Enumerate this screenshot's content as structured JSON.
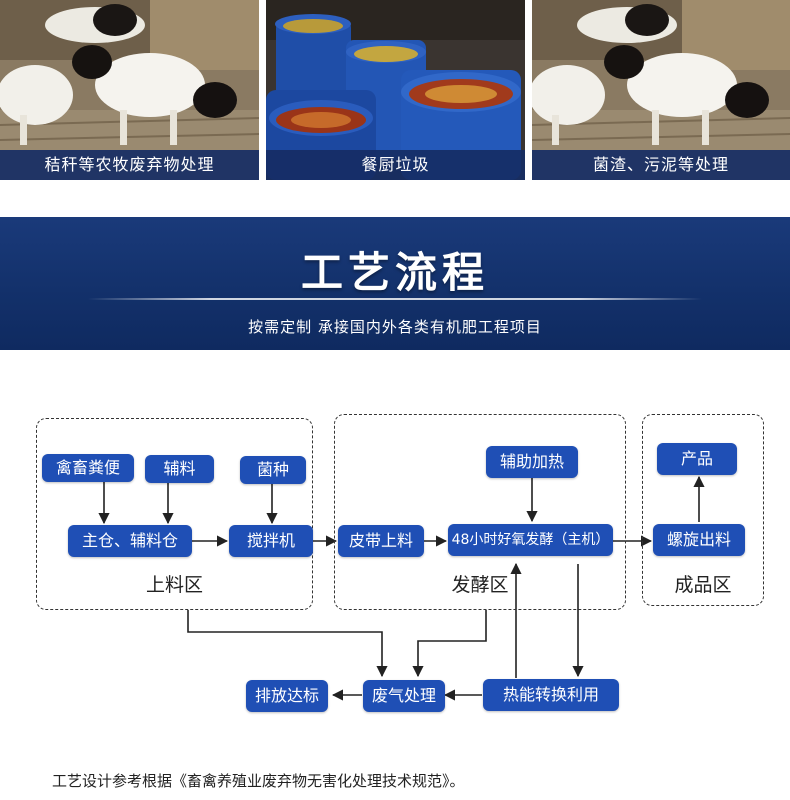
{
  "photos": [
    {
      "caption": "秸秆等农牧废弃物处理",
      "scene": "sheep"
    },
    {
      "caption": "餐厨垃圾",
      "scene": "food-waste-barrels"
    },
    {
      "caption": "菌渣、污泥等处理",
      "scene": "sheep"
    }
  ],
  "banner": {
    "title": "工艺流程",
    "subtitle": "按需定制 承接国内外各类有机肥工程项目"
  },
  "zones": {
    "feeding": "上料区",
    "fermentation": "发酵区",
    "product": "成品区"
  },
  "nodes": {
    "manure": "禽畜粪便",
    "auxiliary": "辅料",
    "strain": "菌种",
    "main_bin": "主仓、辅料仓",
    "mixer": "搅拌机",
    "belt": "皮带上料",
    "aux_heat": "辅助加热",
    "fermenter": "48小时好氧发酵（主机）",
    "screw_out": "螺旋出料",
    "product": "产品",
    "emission": "排放达标",
    "exhaust": "废气处理",
    "heat_reuse": "热能转换利用"
  },
  "footnote": "工艺设计参考根据《畜禽养殖业废弃物无害化处理技术规范》。",
  "colors": {
    "banner": "#13316b",
    "caption_bar": "#162c64",
    "node": "#1f4fb5",
    "line": "#222222"
  }
}
